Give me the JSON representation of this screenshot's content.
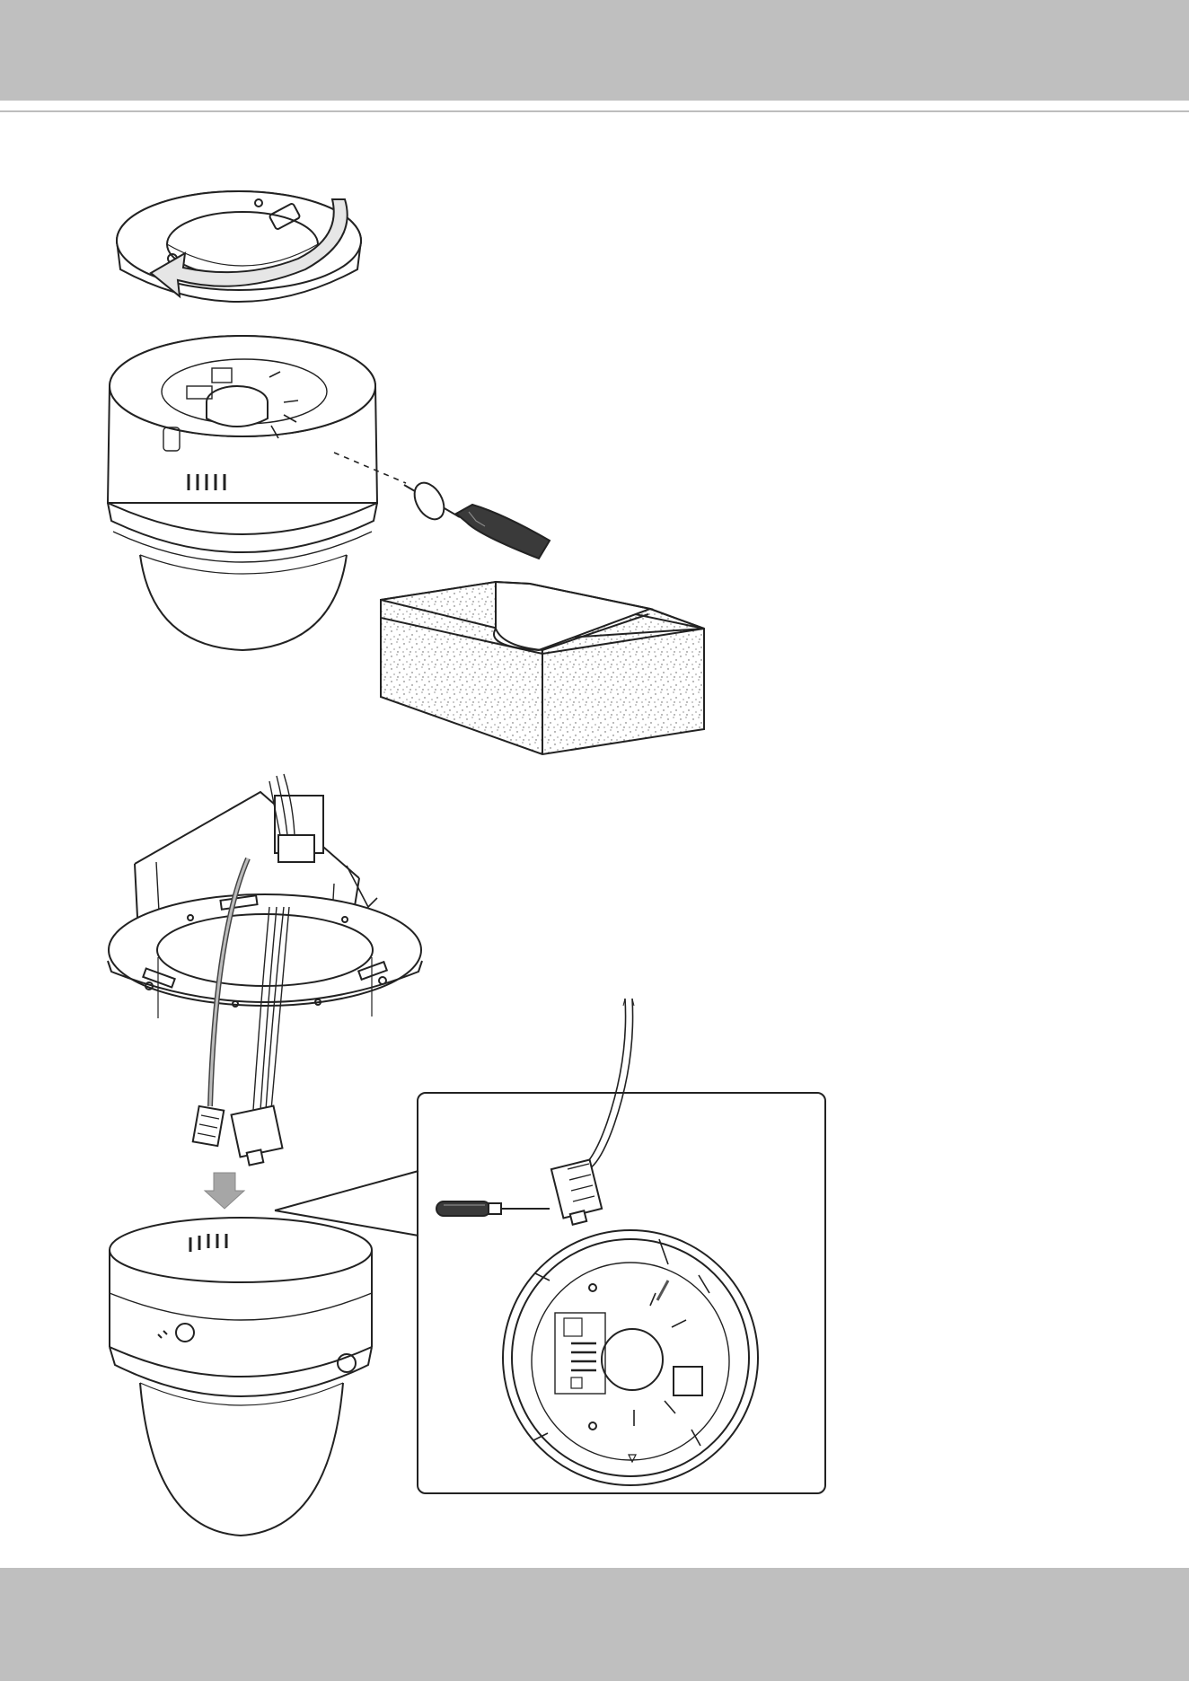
{
  "page": {
    "header_color": "#bfbfbf",
    "footer_color": "#bfbfbf",
    "rule_color": "#bdbdbd",
    "line_color": "#222222",
    "arrow_color": "#a6a6a6"
  },
  "illustrations": [
    {
      "name": "remove-cover-step",
      "icons": [
        "rotate-arrow-icon",
        "lift-arrow-icon",
        "screwdriver-icon",
        "foam-block-icon",
        "dome-camera-icon"
      ]
    },
    {
      "name": "connect-cables-step",
      "icons": [
        "ceiling-mount-bracket-icon",
        "rj45-connector-icon",
        "terminal-block-icon",
        "down-arrow-icon",
        "dome-camera-icon"
      ]
    },
    {
      "name": "terminal-wiring-detail",
      "icons": [
        "screwdriver-icon",
        "terminal-block-icon",
        "camera-base-board-icon"
      ]
    }
  ]
}
